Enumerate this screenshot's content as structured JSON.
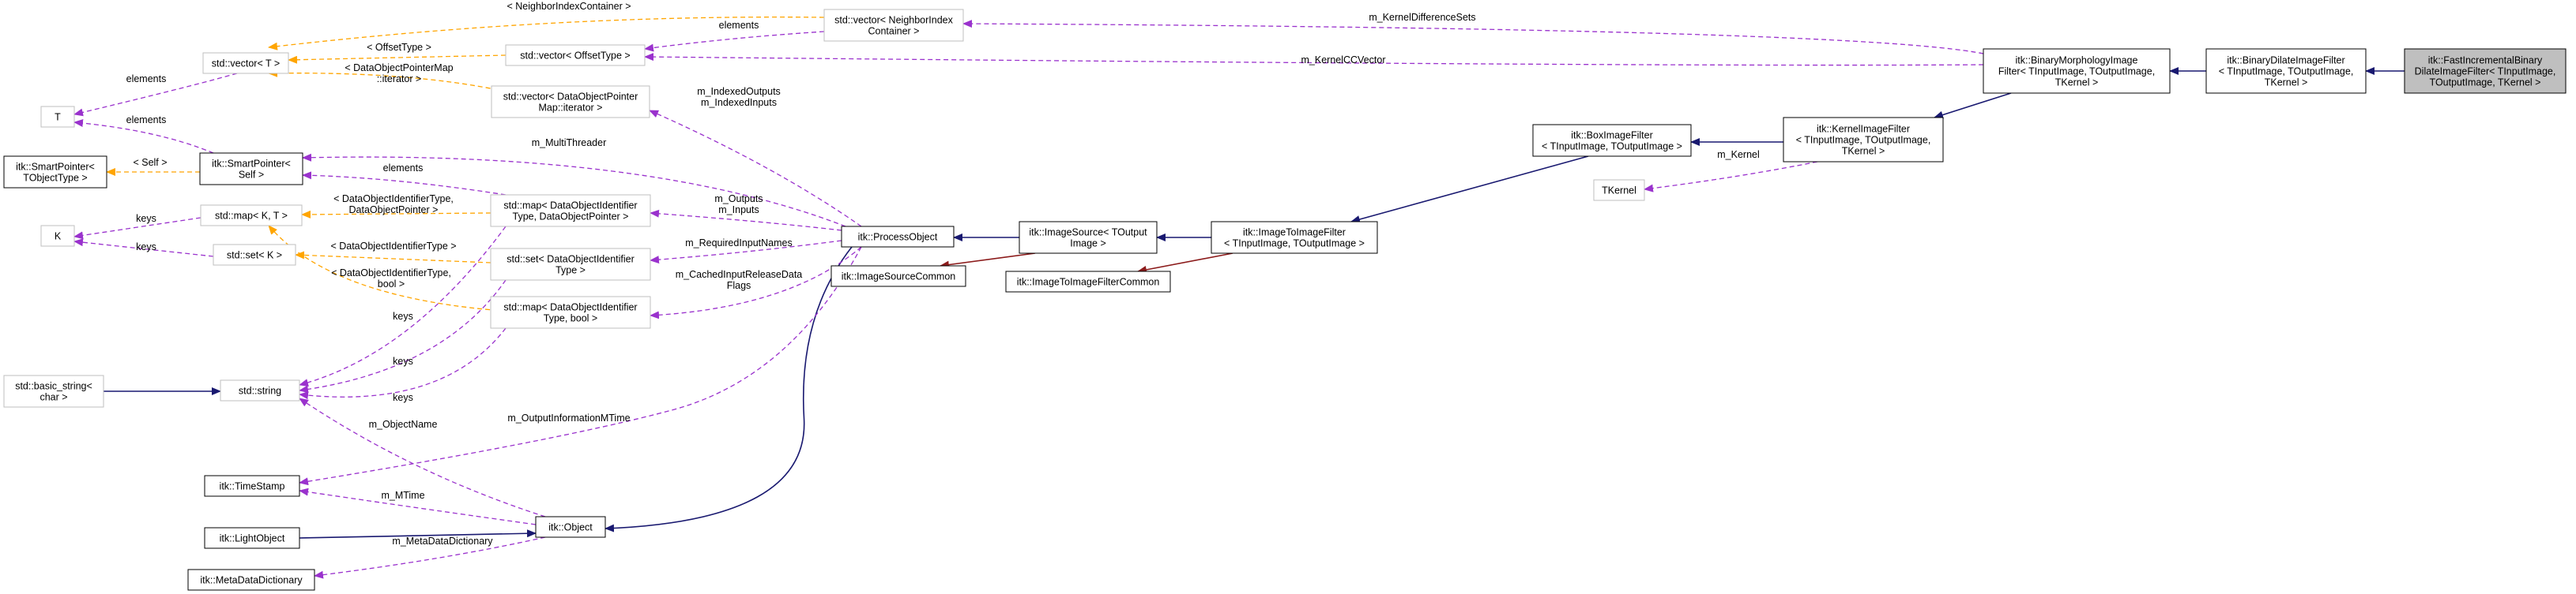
{
  "colors": {
    "inherit_edge": "#191970",
    "member_edge": "#9a32cd",
    "template_edge": "#ffa500",
    "private_inherit_edge": "#8b1a1a",
    "solid_border": "#000000",
    "faded_border": "#bfbfbf",
    "highlight_fill": "#bfbfbf"
  },
  "nodes": {
    "fast_incremental": {
      "lines": [
        "itk::FastIncrementalBinary",
        "DilateImageFilter< TInputImage,",
        "TOutputImage, TKernel >"
      ]
    },
    "binary_dilate": {
      "lines": [
        "itk::BinaryDilateImageFilter",
        "< TInputImage, TOutputImage,",
        "TKernel >"
      ]
    },
    "binary_morphology": {
      "lines": [
        "itk::BinaryMorphologyImage",
        "Filter< TInputImage, TOutputImage,",
        "TKernel >"
      ]
    },
    "kernel_image_filter": {
      "lines": [
        "itk::KernelImageFilter",
        "< TInputImage, TOutputImage,",
        "TKernel >"
      ]
    },
    "box_image_filter": {
      "lines": [
        "itk::BoxImageFilter",
        "< TInputImage, TOutputImage >"
      ]
    },
    "tkernel": {
      "lines": [
        "TKernel"
      ]
    },
    "image_to_image_filter": {
      "lines": [
        "itk::ImageToImageFilter",
        "< TInputImage, TOutputImage >"
      ]
    },
    "image_to_image_filter_common": {
      "lines": [
        "itk::ImageToImageFilterCommon"
      ]
    },
    "image_source": {
      "lines": [
        "itk::ImageSource< TOutput",
        "Image >"
      ]
    },
    "image_source_common": {
      "lines": [
        "itk::ImageSourceCommon"
      ]
    },
    "process_object": {
      "lines": [
        "itk::ProcessObject"
      ]
    },
    "vector_neighborindex": {
      "lines": [
        "std::vector< NeighborIndex",
        "Container >"
      ]
    },
    "vector_offsettype": {
      "lines": [
        "std::vector< OffsetType >"
      ]
    },
    "vector_t": {
      "lines": [
        "std::vector< T >"
      ]
    },
    "vector_dataobjectpointermap": {
      "lines": [
        "std::vector< DataObjectPointer",
        "Map::iterator >"
      ]
    },
    "t": {
      "lines": [
        "T"
      ]
    },
    "k": {
      "lines": [
        "K"
      ]
    },
    "smartpointer_self": {
      "lines": [
        "itk::SmartPointer<",
        "Self >"
      ]
    },
    "smartpointer_tobjecttype": {
      "lines": [
        "itk::SmartPointer<",
        "TObjectType >"
      ]
    },
    "map_kt": {
      "lines": [
        "std::map< K, T >"
      ]
    },
    "set_k": {
      "lines": [
        "std::set< K >"
      ]
    },
    "map_dataobjectpointer": {
      "lines": [
        "std::map< DataObjectIdentifier",
        "Type, DataObjectPointer >"
      ]
    },
    "set_dataobjectidentifier": {
      "lines": [
        "std::set< DataObjectIdentifier",
        "Type >"
      ]
    },
    "map_bool": {
      "lines": [
        "std::map< DataObjectIdentifier",
        "Type, bool >"
      ]
    },
    "basic_string": {
      "lines": [
        "std::basic_string<",
        "char >"
      ]
    },
    "string": {
      "lines": [
        "std::string"
      ]
    },
    "timestamp": {
      "lines": [
        "itk::TimeStamp"
      ]
    },
    "lightobject": {
      "lines": [
        "itk::LightObject"
      ]
    },
    "metadatadictionary": {
      "lines": [
        "itk::MetaDataDictionary"
      ]
    },
    "object": {
      "lines": [
        "itk::Object"
      ]
    }
  },
  "edge_labels": {
    "kernel_difference_sets": [
      "m_KernelDifferenceSets"
    ],
    "kernel_cc_vector": [
      "m_KernelCCVector"
    ],
    "neighborindex_container": [
      "< NeighborIndexContainer >"
    ],
    "elements_offset": [
      "elements"
    ],
    "offset_type": [
      "< OffsetType >"
    ],
    "dataobjectpointermap_iterator": [
      "< DataObjectPointerMap",
      "::iterator >"
    ],
    "elements_t": [
      "elements"
    ],
    "elements_t2": [
      "elements"
    ],
    "indexed": [
      "m_IndexedOutputs",
      "m_IndexedInputs"
    ],
    "multithreader": [
      "m_MultiThreader"
    ],
    "self": [
      "< Self >"
    ],
    "elements_smart": [
      "elements"
    ],
    "keys_k": [
      "keys"
    ],
    "keys_k2": [
      "keys"
    ],
    "map_dataobjectpointer_tpl": [
      "< DataObjectIdentifierType,",
      "DataObjectPointer >"
    ],
    "set_tpl": [
      "< DataObjectIdentifierType >"
    ],
    "map_bool_tpl": [
      "< DataObjectIdentifierType,",
      "bool >"
    ],
    "outputs_inputs": [
      "m_Outputs",
      "m_Inputs"
    ],
    "required_input_names": [
      "m_RequiredInputNames"
    ],
    "cached_input": [
      "m_CachedInputReleaseData",
      "Flags"
    ],
    "keys_s1": [
      "keys"
    ],
    "keys_s2": [
      "keys"
    ],
    "keys_s3": [
      "keys"
    ],
    "output_information_mtime": [
      "m_OutputInformationMTime"
    ],
    "object_name": [
      "m_ObjectName"
    ],
    "mtime": [
      "m_MTime"
    ],
    "metadatadictionary": [
      "m_MetaDataDictionary"
    ],
    "kernel": [
      "m_Kernel"
    ]
  }
}
